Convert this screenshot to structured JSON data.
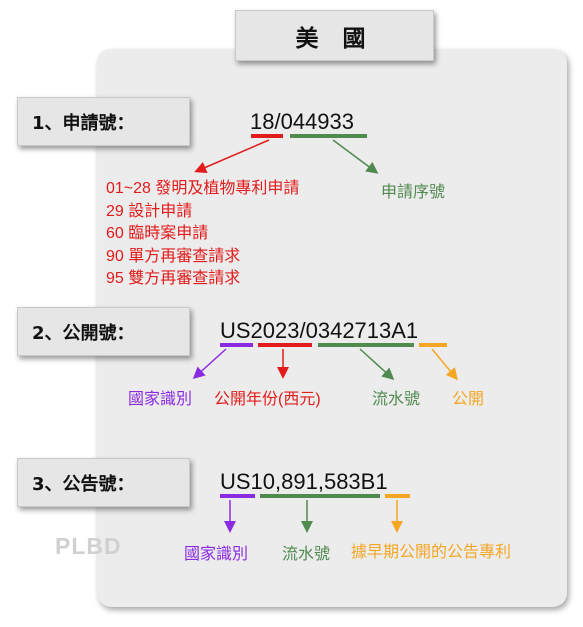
{
  "title": "美 國",
  "watermark": "PLBD",
  "sections": [
    {
      "heading": "1、申請號：",
      "number": "18/044933",
      "labels": {
        "serial": "申請序號"
      },
      "code_list": [
        "01~28 發明及植物專利申請",
        "29 設計申請",
        "60 臨時案申請",
        "90 單方再審查請求",
        "95 雙方再審查請求"
      ]
    },
    {
      "heading": "2、公開號：",
      "number": "US2023/0342713A1",
      "labels": {
        "country": "國家識別",
        "year": "公開年份(西元)",
        "serial": "流水號",
        "kind": "公開"
      }
    },
    {
      "heading": "3、公告號：",
      "number": "US10,891,583B1",
      "labels": {
        "country": "國家識別",
        "serial": "流水號",
        "kind": "據早期公開的公告專利"
      }
    }
  ],
  "colors": {
    "red": "#e21b1b",
    "green": "#4f8a4f",
    "purple": "#8a2be2",
    "orange": "#f5a623"
  }
}
